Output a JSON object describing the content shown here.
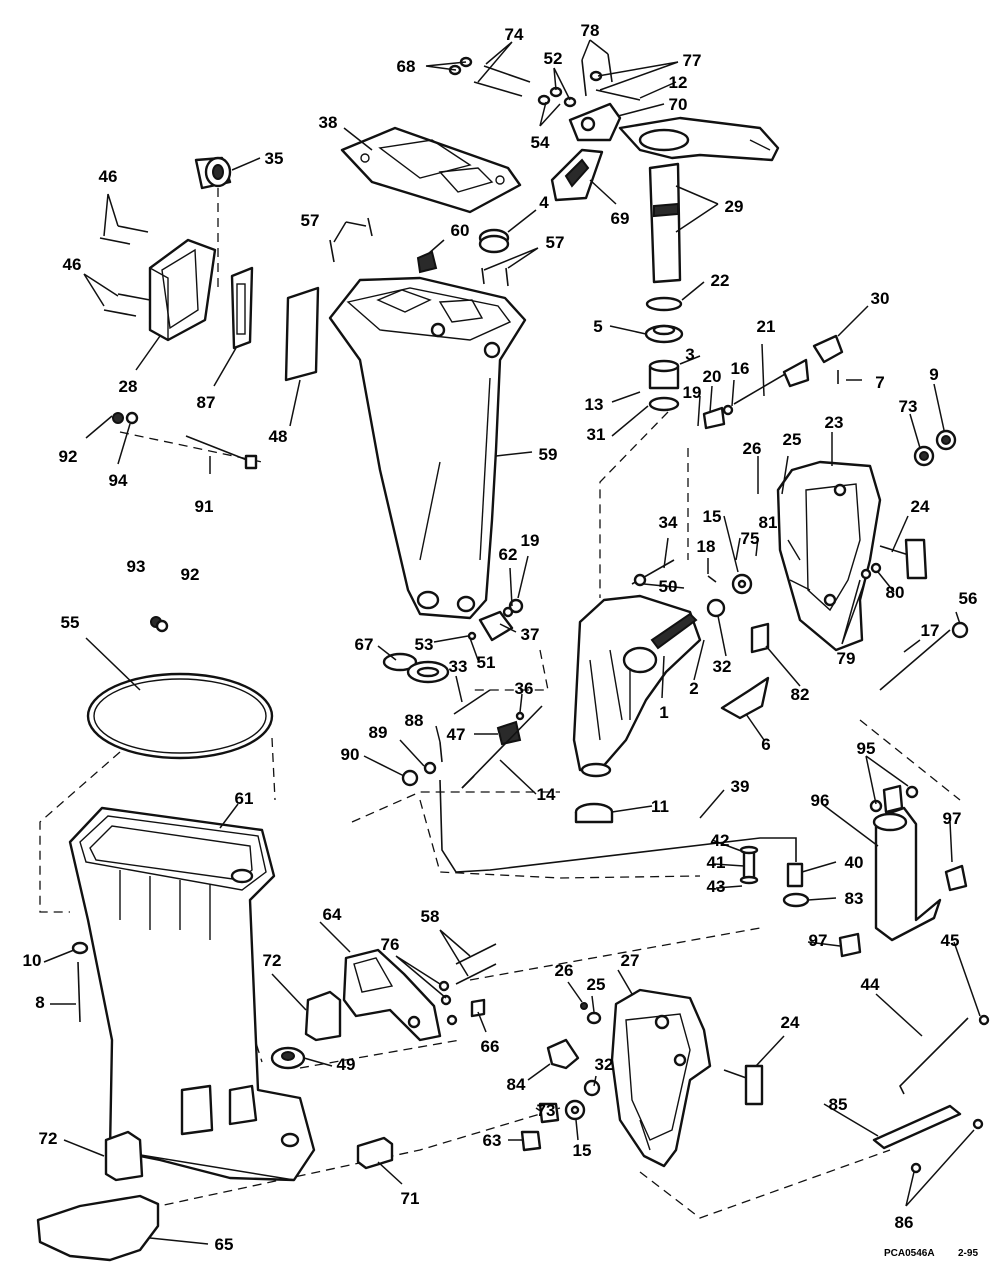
{
  "callouts": [
    {
      "n": "74"
    },
    {
      "n": "78"
    },
    {
      "n": "68"
    },
    {
      "n": "52"
    },
    {
      "n": "77"
    },
    {
      "n": "12"
    },
    {
      "n": "70"
    },
    {
      "n": "38"
    },
    {
      "n": "54"
    },
    {
      "n": "35"
    },
    {
      "n": "69"
    },
    {
      "n": "29"
    },
    {
      "n": "4"
    },
    {
      "n": "46"
    },
    {
      "n": "57"
    },
    {
      "n": "60"
    },
    {
      "n": "57"
    },
    {
      "n": "46"
    },
    {
      "n": "22"
    },
    {
      "n": "30"
    },
    {
      "n": "5"
    },
    {
      "n": "21"
    },
    {
      "n": "3"
    },
    {
      "n": "28"
    },
    {
      "n": "87"
    },
    {
      "n": "48"
    },
    {
      "n": "13"
    },
    {
      "n": "16"
    },
    {
      "n": "20"
    },
    {
      "n": "19"
    },
    {
      "n": "7"
    },
    {
      "n": "9"
    },
    {
      "n": "92"
    },
    {
      "n": "31"
    },
    {
      "n": "73"
    },
    {
      "n": "94"
    },
    {
      "n": "26"
    },
    {
      "n": "25"
    },
    {
      "n": "23"
    },
    {
      "n": "91"
    },
    {
      "n": "59"
    },
    {
      "n": "24"
    },
    {
      "n": "34"
    },
    {
      "n": "15"
    },
    {
      "n": "75"
    },
    {
      "n": "81"
    },
    {
      "n": "19"
    },
    {
      "n": "18"
    },
    {
      "n": "62"
    },
    {
      "n": "93"
    },
    {
      "n": "92"
    },
    {
      "n": "50"
    },
    {
      "n": "80"
    },
    {
      "n": "56"
    },
    {
      "n": "55"
    },
    {
      "n": "53"
    },
    {
      "n": "37"
    },
    {
      "n": "17"
    },
    {
      "n": "67"
    },
    {
      "n": "51"
    },
    {
      "n": "32"
    },
    {
      "n": "79"
    },
    {
      "n": "33"
    },
    {
      "n": "2"
    },
    {
      "n": "82"
    },
    {
      "n": "36"
    },
    {
      "n": "1"
    },
    {
      "n": "88"
    },
    {
      "n": "47"
    },
    {
      "n": "6"
    },
    {
      "n": "89"
    },
    {
      "n": "90"
    },
    {
      "n": "95"
    },
    {
      "n": "61"
    },
    {
      "n": "14"
    },
    {
      "n": "39"
    },
    {
      "n": "11"
    },
    {
      "n": "96"
    },
    {
      "n": "97"
    },
    {
      "n": "42"
    },
    {
      "n": "41"
    },
    {
      "n": "40"
    },
    {
      "n": "43"
    },
    {
      "n": "83"
    },
    {
      "n": "10"
    },
    {
      "n": "97"
    },
    {
      "n": "45"
    },
    {
      "n": "64"
    },
    {
      "n": "58"
    },
    {
      "n": "76"
    },
    {
      "n": "8"
    },
    {
      "n": "72"
    },
    {
      "n": "27"
    },
    {
      "n": "26"
    },
    {
      "n": "25"
    },
    {
      "n": "44"
    },
    {
      "n": "24"
    },
    {
      "n": "66"
    },
    {
      "n": "49"
    },
    {
      "n": "32"
    },
    {
      "n": "84"
    },
    {
      "n": "85"
    },
    {
      "n": "73"
    },
    {
      "n": "72"
    },
    {
      "n": "15"
    },
    {
      "n": "63"
    },
    {
      "n": "71"
    },
    {
      "n": "86"
    },
    {
      "n": "65"
    }
  ],
  "footer": {
    "code": "PCA0546A",
    "date": "2-95"
  }
}
